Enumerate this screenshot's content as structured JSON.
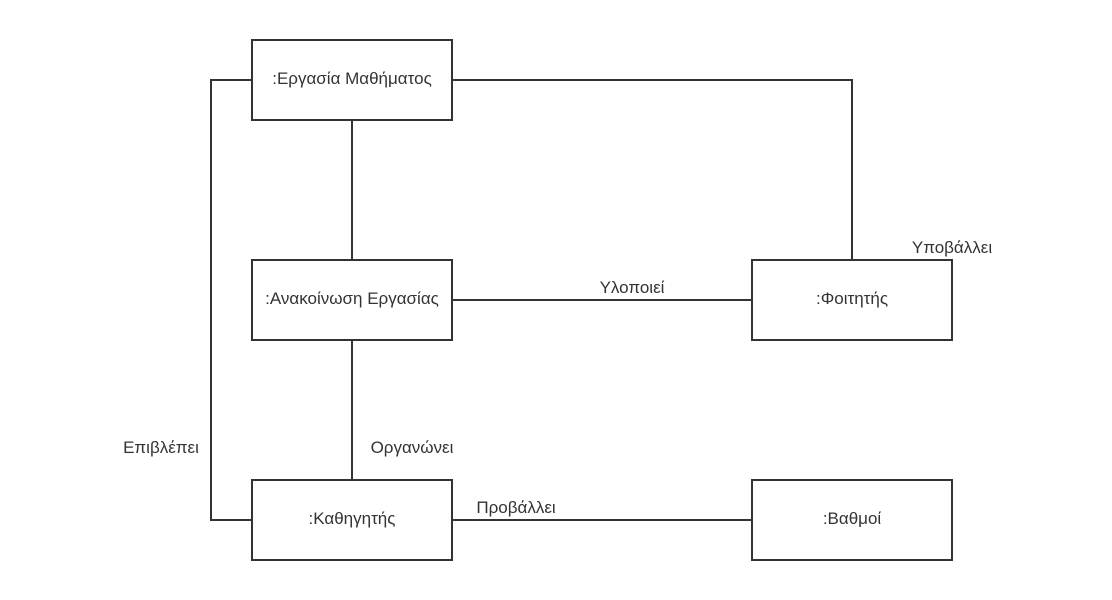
{
  "diagram": {
    "nodes": {
      "course_assignment": ":Εργασία Μαθήματος",
      "assignment_announcement": ":Ανακοίνωση Εργασίας",
      "student": ":Φοιτητής",
      "professor": ":Καθηγητής",
      "grades": ":Βαθμοί"
    },
    "edge_labels": {
      "implements": "Υλοποιεί",
      "submits": "Υποβάλλει",
      "organizes": "Οργανώνει",
      "supervises": "Επιβλέπει",
      "displays": "Προβάλλει"
    }
  },
  "colors": {
    "stroke": "#333333",
    "text": "#333333",
    "background": "#ffffff"
  }
}
